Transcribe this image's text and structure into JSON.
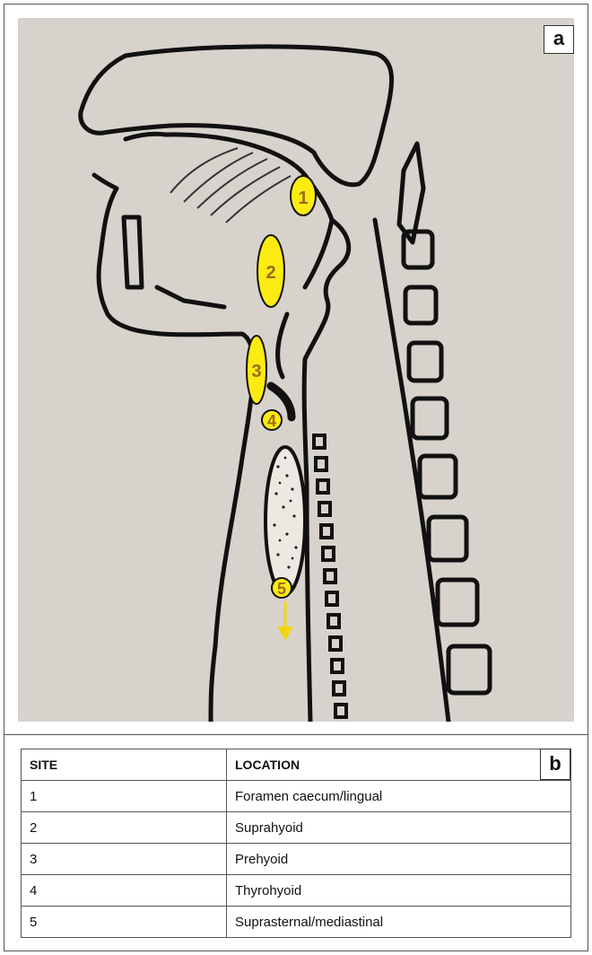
{
  "panel_a": {
    "letter": "a",
    "colors": {
      "background": "#d7d3cc",
      "line": "#111111",
      "marker_fill": "#fbeb11",
      "marker_text": "#9a6a1a",
      "arrow": "#f2d613"
    },
    "markers": [
      {
        "label": "1"
      },
      {
        "label": "2"
      },
      {
        "label": "3"
      },
      {
        "label": "4"
      },
      {
        "label": "5"
      }
    ]
  },
  "panel_b": {
    "letter": "b",
    "headers": {
      "site": "SITE",
      "location": "LOCATION"
    },
    "rows": [
      {
        "site": "1",
        "location": "Foramen caecum/lingual"
      },
      {
        "site": "2",
        "location": "Suprahyoid"
      },
      {
        "site": "3",
        "location": "Prehyoid"
      },
      {
        "site": "4",
        "location": "Thyrohyoid"
      },
      {
        "site": "5",
        "location": "Suprasternal/mediastinal"
      }
    ]
  }
}
